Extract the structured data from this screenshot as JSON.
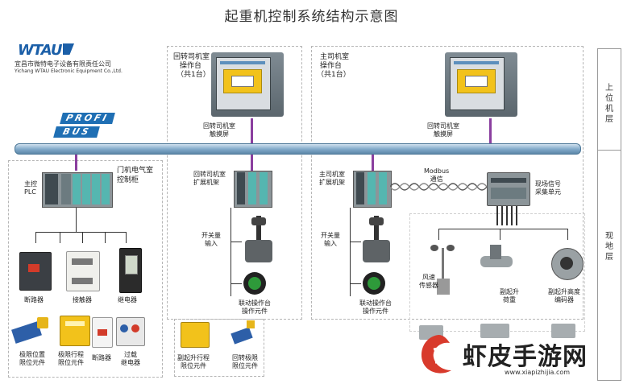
{
  "title": "起重机控制系统结构示意图",
  "logo": {
    "mark": "WTAU",
    "company_cn": "宜昌市微特电子设备有限责任公司",
    "company_en": "Yichang WTAU Electronic Equipment Co.,Ltd."
  },
  "bus": {
    "top": "PROFI",
    "bottom": "BUS"
  },
  "layers": {
    "upper": "上位机层",
    "field": "现地层"
  },
  "op_panel_1": {
    "title_line1": "回转司机室",
    "title_line2": "操作台",
    "title_line3": "（共1台）",
    "screen_label": "回转司机室\n触摸屏"
  },
  "op_panel_2": {
    "title_line1": "主司机室",
    "title_line2": "操作台",
    "title_line3": "（共1台）",
    "screen_label": "回转司机室\n触摸屏"
  },
  "cabinet": {
    "title": "门机电气室\n控制柜",
    "plc_label": "主控\nPLC",
    "items": [
      "断路器",
      "接触器",
      "继电器",
      "极限位置\n限位元件",
      "极限行程\n限位元件",
      "断路器",
      "过载\n继电器"
    ]
  },
  "slew": {
    "rack_label": "回转司机室\n扩展机架",
    "switch_label": "开关量\n输入",
    "console_label": "联动操作台\n操作元件",
    "bottom_items": [
      "副起升行程\n限位元件",
      "回转极限\n限位元件"
    ]
  },
  "main": {
    "rack_label": "主司机室\n扩展机架",
    "modbus_label": "Modbus\n通信",
    "collector_label": "现场信号\n采集单元",
    "switch_label": "开关量\n输入",
    "console_label": "联动操作台\n操作元件",
    "sensors": [
      "风速\n传感器",
      "副起升\n荷重",
      "副起升高度\n编码器"
    ]
  },
  "watermark": {
    "text": "虾皮手游网",
    "url": "www.xiapizhijia.com"
  },
  "colors": {
    "bus": "#7fa8c8",
    "link": "#8b3f9f",
    "screen_yellow": "#f2c21b",
    "button_green": "#2e9a3a"
  }
}
